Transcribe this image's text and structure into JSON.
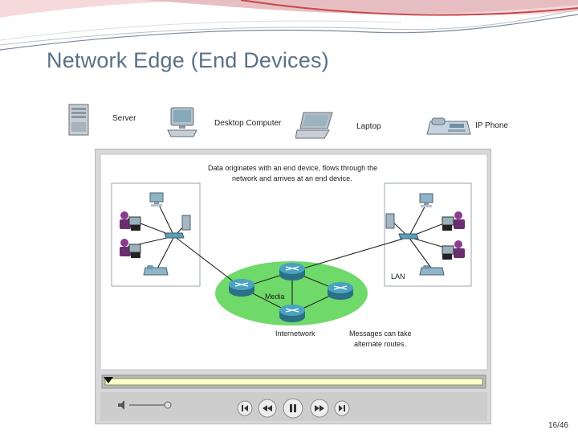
{
  "slide": {
    "title": "Network Edge (End Devices)",
    "page_number": "16/46"
  },
  "devices": [
    {
      "label": "Server",
      "icon": "server-icon"
    },
    {
      "label": "Desktop Computer",
      "icon": "desktop-computer-icon"
    },
    {
      "label": "Laptop",
      "icon": "laptop-icon"
    },
    {
      "label": "IP Phone",
      "icon": "ip-phone-icon"
    }
  ],
  "animation": {
    "caption_line1": "Data originates with an end device, flows through the",
    "caption_line2": "network and arrives at an end device.",
    "lan_label": "LAN",
    "media_label": "Media",
    "internetwork_label": "Internetwork",
    "messages_line1": "Messages can take",
    "messages_line2": "alternate routes."
  },
  "player_controls": {
    "volume_icon": "speaker-icon",
    "buttons": [
      "skip-back-icon",
      "rewind-icon",
      "pause-icon",
      "fast-forward-icon",
      "skip-forward-icon"
    ]
  },
  "colors": {
    "title": "#5a7186",
    "network_ellipse": "#6fd96a",
    "router": "#3d8fa8",
    "header_swoosh": "#c9474b"
  }
}
